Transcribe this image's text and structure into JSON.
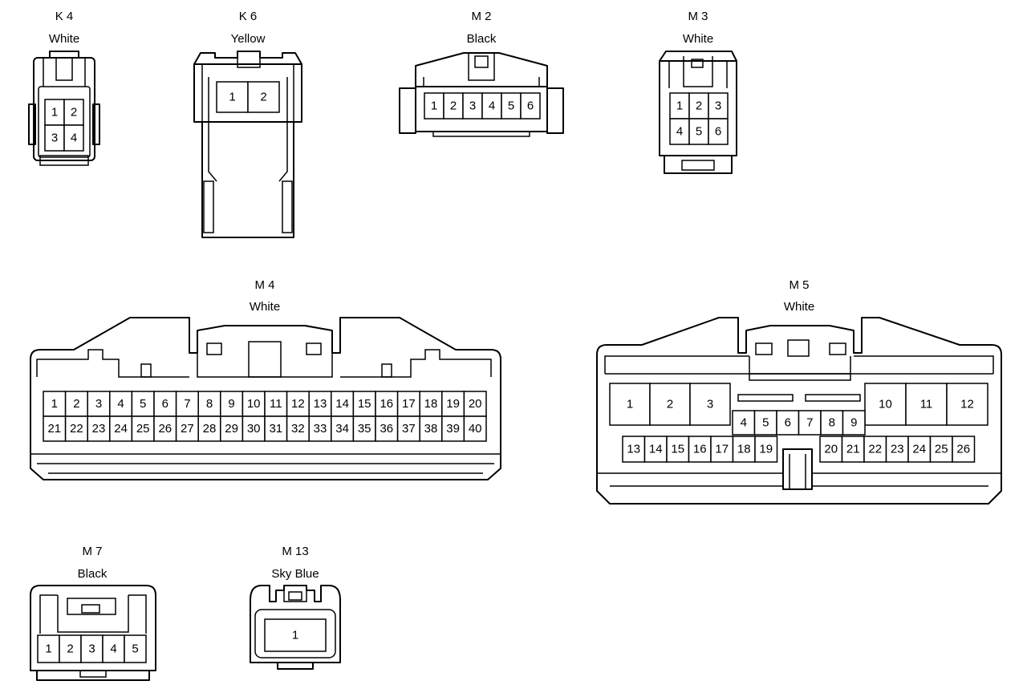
{
  "connectors": [
    {
      "id": "K 4",
      "color": "White",
      "pins": [
        "1",
        "2",
        "3",
        "4"
      ]
    },
    {
      "id": "K 6",
      "color": "Yellow",
      "pins": [
        "1",
        "2"
      ]
    },
    {
      "id": "M 2",
      "color": "Black",
      "pins": [
        "1",
        "2",
        "3",
        "4",
        "5",
        "6"
      ]
    },
    {
      "id": "M 3",
      "color": "White",
      "pins": [
        "1",
        "2",
        "3",
        "4",
        "5",
        "6"
      ]
    },
    {
      "id": "M 4",
      "color": "White",
      "pins": [
        "1",
        "2",
        "3",
        "4",
        "5",
        "6",
        "7",
        "8",
        "9",
        "10",
        "11",
        "12",
        "13",
        "14",
        "15",
        "16",
        "17",
        "18",
        "19",
        "20",
        "21",
        "22",
        "23",
        "24",
        "25",
        "26",
        "27",
        "28",
        "29",
        "30",
        "31",
        "32",
        "33",
        "34",
        "35",
        "36",
        "37",
        "38",
        "39",
        "40"
      ]
    },
    {
      "id": "M 5",
      "color": "White",
      "pins": [
        "1",
        "2",
        "3",
        "4",
        "5",
        "6",
        "7",
        "8",
        "9",
        "10",
        "11",
        "12",
        "13",
        "14",
        "15",
        "16",
        "17",
        "18",
        "19",
        "20",
        "21",
        "22",
        "23",
        "24",
        "25",
        "26"
      ]
    },
    {
      "id": "M 7",
      "color": "Black",
      "pins": [
        "1",
        "2",
        "3",
        "4",
        "5"
      ]
    },
    {
      "id": "M 13",
      "color": "Sky Blue",
      "pins": [
        "1"
      ]
    }
  ]
}
